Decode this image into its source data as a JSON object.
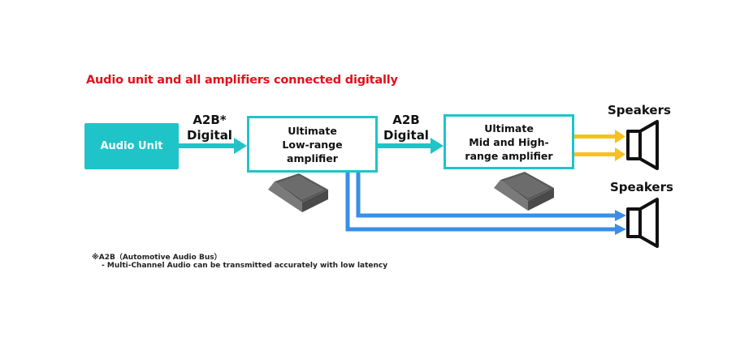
{
  "title": "Audio unit and all amplifiers connected digitally",
  "nodes": {
    "audio_unit": "Audio Unit",
    "low_amp": [
      "Ultimate",
      "Low-range",
      "amplifier"
    ],
    "mid_amp": [
      "Ultimate",
      "Mid and High-",
      "range amplifier"
    ]
  },
  "connections": {
    "first": [
      "A2B*",
      "Digital"
    ],
    "second": [
      "A2B",
      "Digital"
    ]
  },
  "speakers": {
    "top_label": "Speakers",
    "bottom_label": "Speakers"
  },
  "notes": {
    "line1": "※A2B（Automotive Audio Bus）",
    "line2": "- Multi-Channel Audio can be transmitted accurately with low latency"
  },
  "colors": {
    "title": "#e0121b",
    "teal": "#1fc4c8",
    "blue_line": "#3a8ee6",
    "yellow_line": "#f5c21b"
  }
}
